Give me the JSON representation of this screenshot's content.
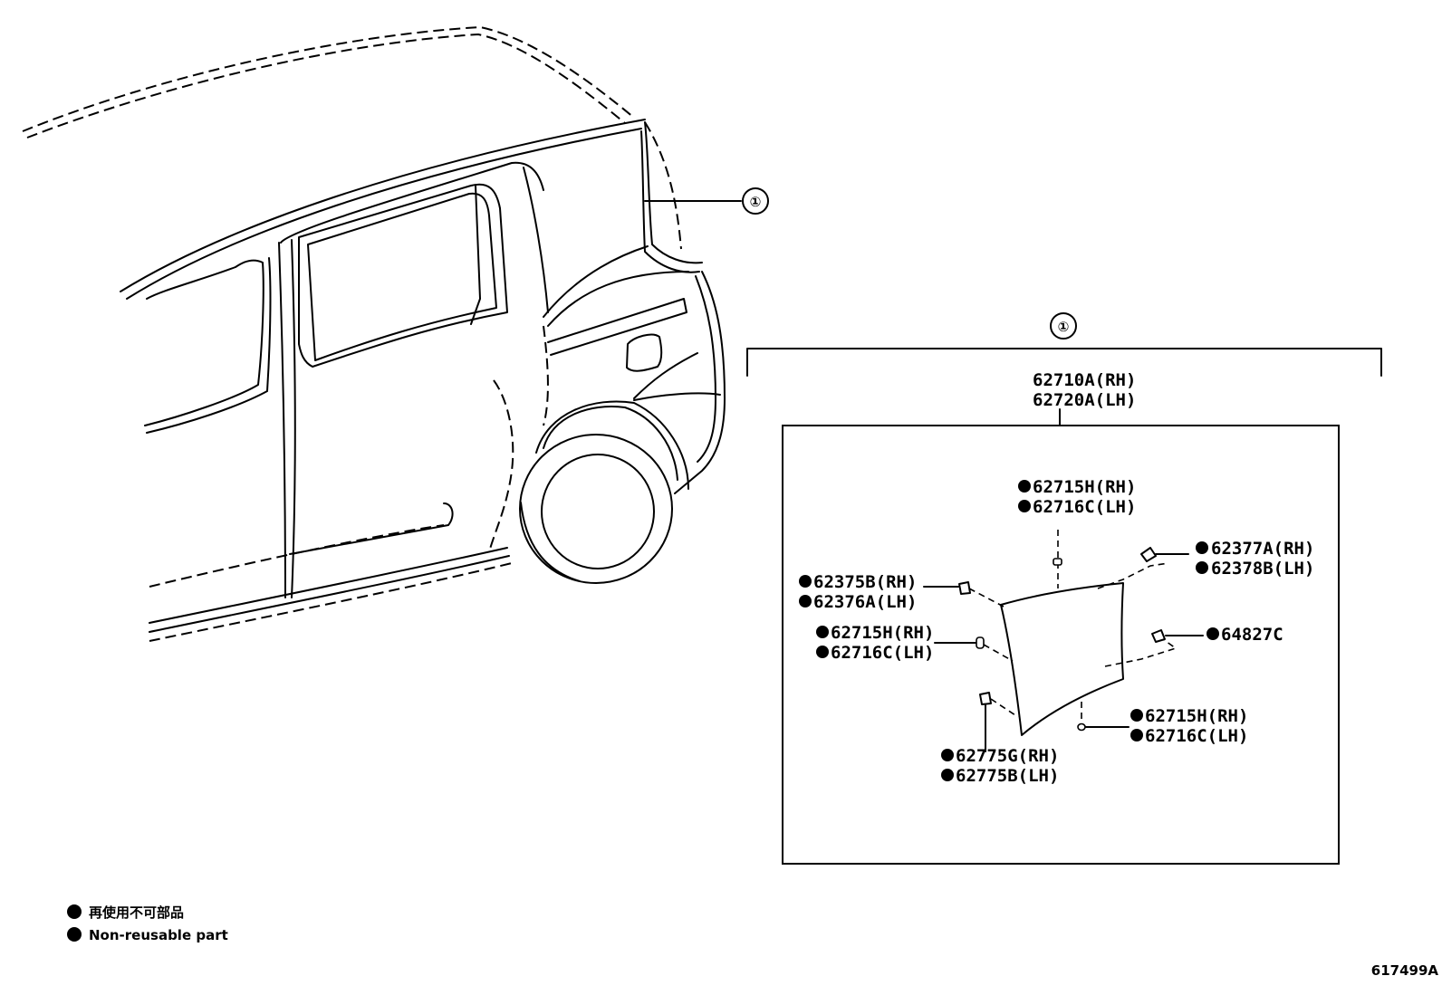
{
  "callout": {
    "ref_marker": "①",
    "assembly_rh": "62710A(RH)",
    "assembly_lh": "62720A(LH)"
  },
  "parts": {
    "top_rh": "62715H(RH)",
    "top_lh": "62716C(LH)",
    "clip_right_rh": "62377A(RH)",
    "clip_right_lh": "62378B(LH)",
    "clip_left_rh": "62375B(RH)",
    "clip_left_lh": "62376A(LH)",
    "mid_left_rh": "62715H(RH)",
    "mid_left_lh": "62716C(LH)",
    "clip_mid_right": "64827C",
    "bottom_right_rh": "62715H(RH)",
    "bottom_right_lh": "62716C(LH)",
    "bottom_left_rh": "62775G(RH)",
    "bottom_left_lh": "62775B(LH)"
  },
  "legend": {
    "line_jp": "再使用不可部品",
    "line_en": "Non-reusable part"
  },
  "figure_id": "617499A"
}
